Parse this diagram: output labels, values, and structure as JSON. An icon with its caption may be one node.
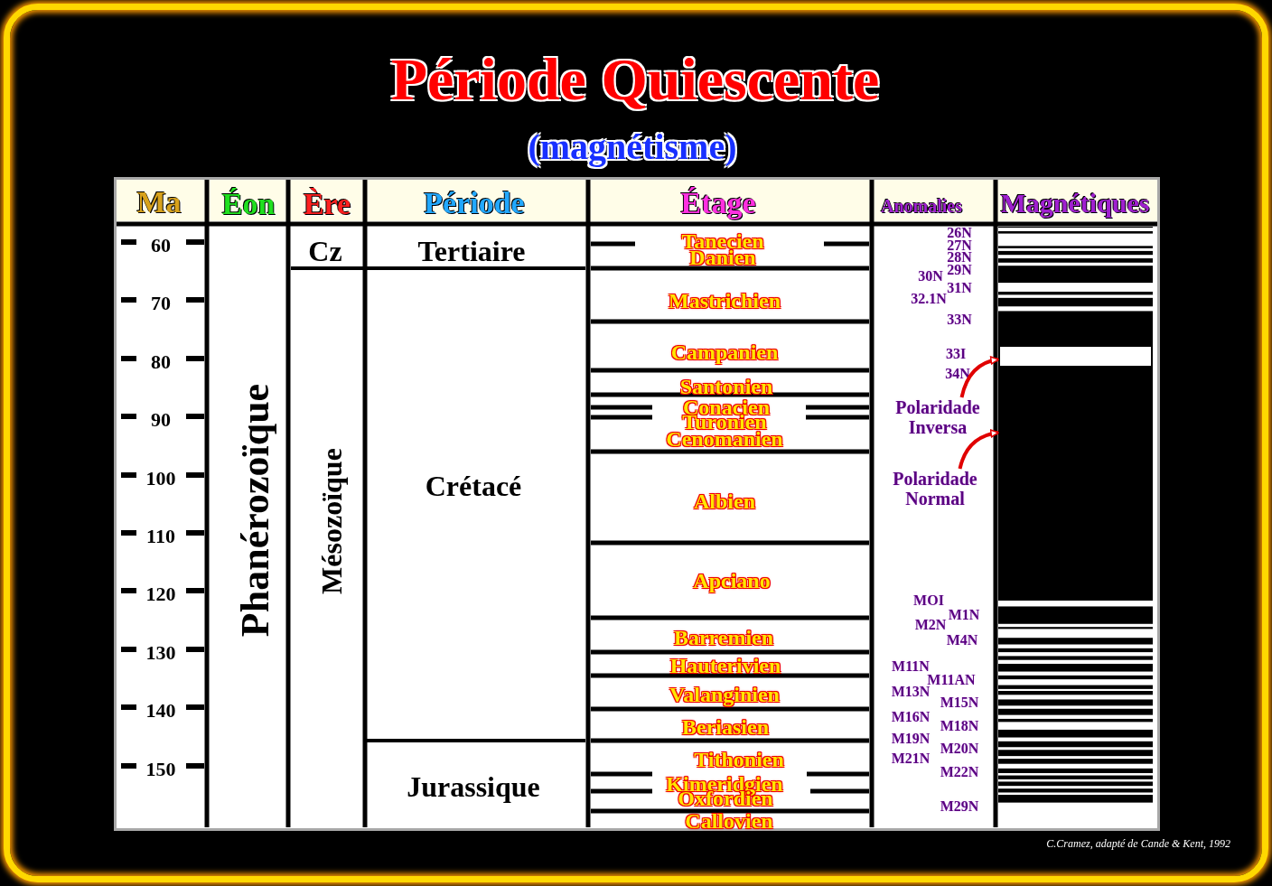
{
  "diagram": {
    "title": "Période Quiescente",
    "caption": "C.Cramez, adapté de Cande & Kent, 1992",
    "nodes": [
      {
        "text": [
          "Polaridade Inversa"
        ]
      },
      {
        "text": [],
        "shape": "bar"
      },
      {
        "text": [
          "Polaridade Normal"
        ]
      },
      {
        "text": [],
        "shape": "bar"
      }
    ],
    "edges": [
      {
        "from": 0,
        "to": 1,
        "arrow": "to",
        "color": "#e00000"
      },
      {
        "from": 2,
        "to": 3,
        "arrow": "to",
        "color": "#e00000"
      }
    ],
    "labels": [
      "(magnétisme)",
      "Ma",
      "Éon",
      "Ère",
      "Période",
      "Étage",
      "Anomalies",
      "Magnétiques",
      "60",
      "70",
      "80",
      "90",
      "100",
      "110",
      "120",
      "130",
      "140",
      "150",
      "Phanérozoïque",
      "Cz",
      "Mésozoïque",
      "Tertiaire",
      "Crétacé",
      "Jurassique",
      "Tanecien",
      "Danien",
      "Mastrichien",
      "Campanien",
      "Santonien",
      "Conacien",
      "Turonien",
      "Cenomanien",
      "Albien",
      "Apciano",
      "Barremien",
      "Hauterivien",
      "Valanginien",
      "Beriasien",
      "Tithonien",
      "Kimeridgien",
      "Oxfordien",
      "Callovien",
      "26N",
      "27N",
      "28N",
      "29N",
      "30N",
      "31N",
      "32.1N",
      "33N",
      "33I",
      "34N",
      "MOI",
      "M1N",
      "M2N",
      "M4N",
      "M11N",
      "M11AN",
      "M13N",
      "M15N",
      "M16N",
      "M18N",
      "M19N",
      "M20N",
      "M21N",
      "M22N",
      "M29N"
    ]
  }
}
